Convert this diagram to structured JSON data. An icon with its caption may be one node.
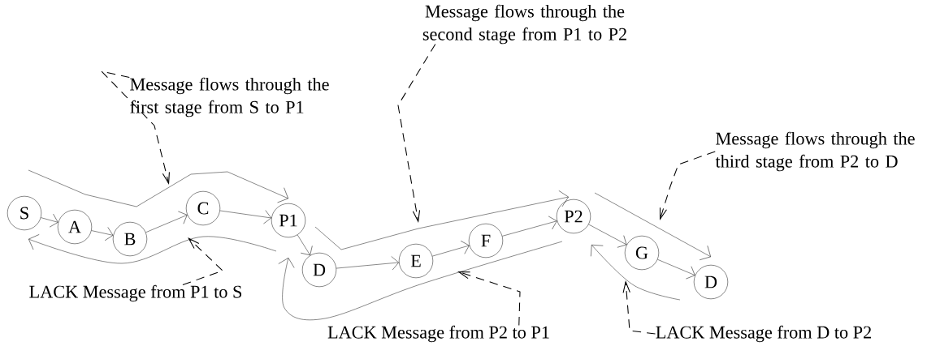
{
  "diagram": {
    "nodes": [
      {
        "text": [
          "S"
        ]
      },
      {
        "text": [
          "A"
        ]
      },
      {
        "text": [
          "B"
        ]
      },
      {
        "text": [
          "C"
        ]
      },
      {
        "text": [
          "P1"
        ]
      },
      {
        "text": [
          "D"
        ]
      },
      {
        "text": [
          "E"
        ]
      },
      {
        "text": [
          "F"
        ]
      },
      {
        "text": [
          "P2"
        ]
      },
      {
        "text": [
          "G"
        ]
      },
      {
        "text": [
          "D"
        ]
      },
      {
        "text": [
          "Message flows through the first stage from S to P1"
        ]
      },
      {
        "text": [
          "Message flows through the second stage from P1 to P2"
        ]
      },
      {
        "text": [
          "Message flows through the third stage from P2 to D"
        ]
      },
      {
        "text": [
          "LACK Message from P1 to S"
        ]
      },
      {
        "text": [
          "LACK Message from P2 to P1"
        ]
      },
      {
        "text": [
          "LACK Message from D to P2"
        ]
      }
    ],
    "edges": [
      {
        "from": 0,
        "to": 1,
        "arrow": "to"
      },
      {
        "from": 1,
        "to": 2,
        "arrow": "to"
      },
      {
        "from": 2,
        "to": 3,
        "arrow": "to"
      },
      {
        "from": 3,
        "to": 4,
        "arrow": "to"
      },
      {
        "from": 4,
        "to": 5,
        "arrow": "to"
      },
      {
        "from": 5,
        "to": 6,
        "arrow": "to"
      },
      {
        "from": 6,
        "to": 7,
        "arrow": "to"
      },
      {
        "from": 7,
        "to": 8,
        "arrow": "to"
      },
      {
        "from": 8,
        "to": 9,
        "arrow": "to"
      },
      {
        "from": 9,
        "to": 10,
        "arrow": "to"
      },
      {
        "from": 11,
        "to": null,
        "arrow": "to",
        "style": "dashed"
      },
      {
        "from": 12,
        "to": null,
        "arrow": "to",
        "style": "dashed"
      },
      {
        "from": 13,
        "to": null,
        "arrow": "to",
        "style": "dashed"
      },
      {
        "from": 14,
        "to": null,
        "arrow": "to",
        "style": "dashed"
      },
      {
        "from": 15,
        "to": null,
        "arrow": "to",
        "style": "dashed"
      },
      {
        "from": 16,
        "to": null,
        "arrow": "to",
        "style": "dashed"
      }
    ]
  }
}
